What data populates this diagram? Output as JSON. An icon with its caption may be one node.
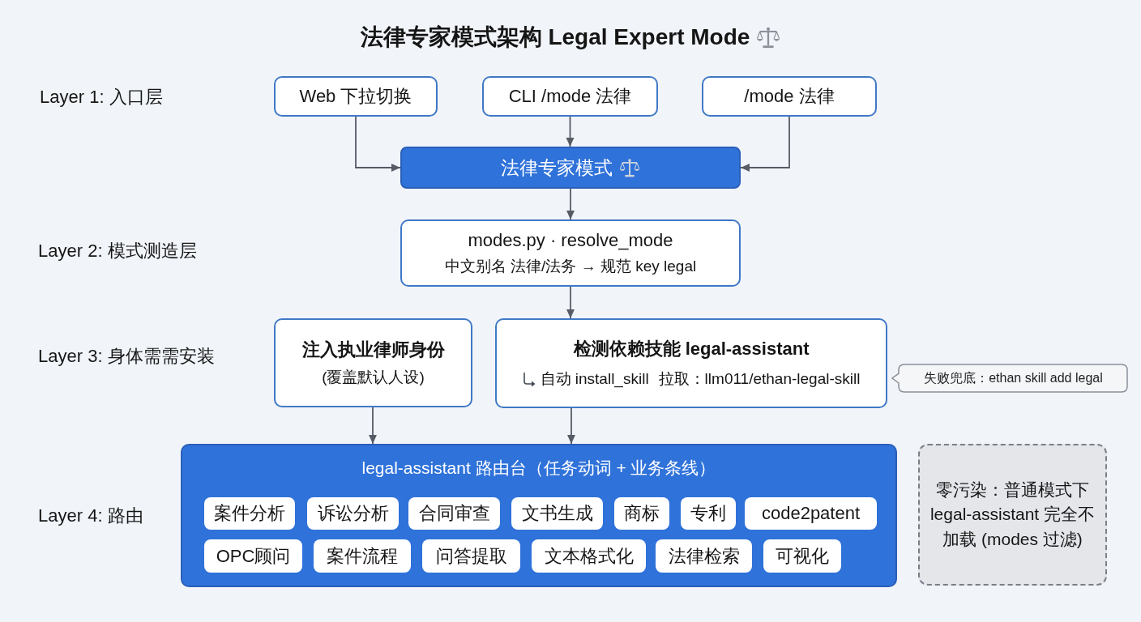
{
  "diagram": {
    "title": "法律专家模式架构 Legal Expert Mode",
    "nodes": [
      {
        "text": [
          "Web 下拉切换"
        ]
      },
      {
        "text": [
          "CLI /mode 法律"
        ]
      },
      {
        "text": [
          "/mode 法律"
        ]
      },
      {
        "text": [
          "法律专家模式"
        ]
      },
      {
        "text": [
          "modes.py · resolve_mode",
          "中文别名 法律/法务 → 规范 key legal"
        ]
      },
      {
        "text": [
          "注入执业律师身份",
          "(覆盖默认人设)"
        ]
      },
      {
        "text": [
          "检测依赖技能 legal-assistant",
          "自动 install_skill",
          "拉取：llm011/ethan-legal-skill"
        ]
      },
      {
        "text": [
          "失败兜底：ethan skill add legal"
        ]
      },
      {
        "text": [
          "legal-assistant 路由台（任务动词 + 业务条线）"
        ]
      },
      {
        "text": [
          "案件分析"
        ],
        "in": 8
      },
      {
        "text": [
          "诉讼分析"
        ],
        "in": 8
      },
      {
        "text": [
          "合同审查"
        ],
        "in": 8
      },
      {
        "text": [
          "文书生成"
        ],
        "in": 8
      },
      {
        "text": [
          "商标"
        ],
        "in": 8
      },
      {
        "text": [
          "专利"
        ],
        "in": 8
      },
      {
        "text": [
          "code2patent"
        ],
        "in": 8
      },
      {
        "text": [
          "OPC顾问"
        ],
        "in": 8
      },
      {
        "text": [
          "案件流程"
        ],
        "in": 8
      },
      {
        "text": [
          "问答提取"
        ],
        "in": 8
      },
      {
        "text": [
          "文本格式化"
        ],
        "in": 8
      },
      {
        "text": [
          "法律检索"
        ],
        "in": 8
      },
      {
        "text": [
          "可视化"
        ],
        "in": 8
      },
      {
        "text": [
          "零污染：普通模式下 legal-assistant 完全不加载 (modes 过滤)"
        ]
      }
    ],
    "edges": [
      {
        "from": 0,
        "to": 3,
        "arrow": "to"
      },
      {
        "from": 1,
        "to": 3,
        "arrow": "to"
      },
      {
        "from": 2,
        "to": 3,
        "arrow": "to"
      },
      {
        "from": 3,
        "to": 4,
        "arrow": "to"
      },
      {
        "from": 4,
        "to": 6,
        "arrow": "to"
      },
      {
        "from": 5,
        "to": 8,
        "arrow": "to"
      },
      {
        "from": 6,
        "to": 8,
        "arrow": "to"
      }
    ],
    "labels": [
      "Layer 1: 入口层",
      "Layer 2: 模式测造层",
      "Layer 3: 身体需需安装",
      "Layer 4: 路由"
    ]
  }
}
